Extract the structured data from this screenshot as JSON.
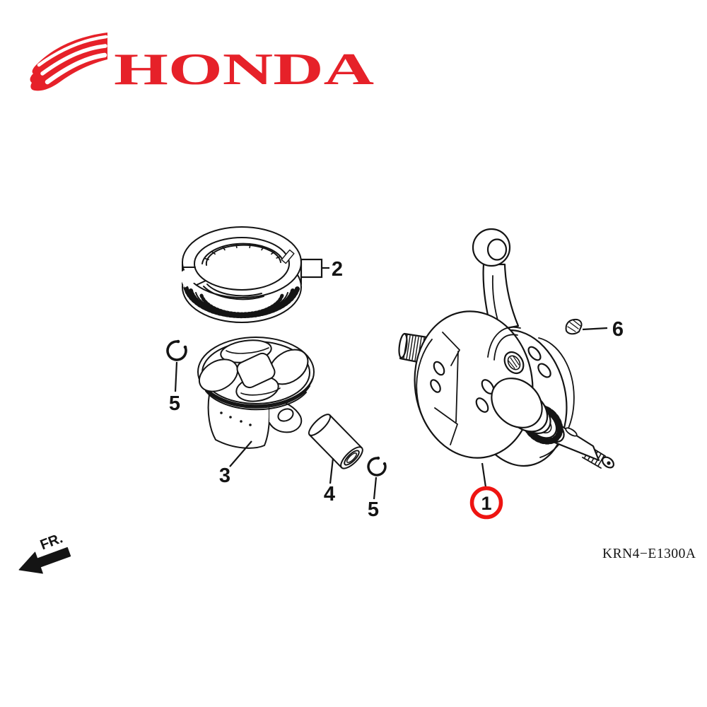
{
  "colors": {
    "brand_red": "#e62129",
    "highlight_red": "#ee1411",
    "ink": "#141414"
  },
  "logo": {
    "brand_text": "HONDA"
  },
  "callouts": [
    {
      "number": "1",
      "highlighted": true
    },
    {
      "number": "2",
      "highlighted": false
    },
    {
      "number": "3",
      "highlighted": false
    },
    {
      "number": "4",
      "highlighted": false
    },
    {
      "number": "5",
      "highlighted": false
    },
    {
      "number": "5",
      "highlighted": false
    },
    {
      "number": "6",
      "highlighted": false
    }
  ],
  "footer": {
    "direction_label": "FR.",
    "diagram_code": "KRN4−E1300A"
  }
}
